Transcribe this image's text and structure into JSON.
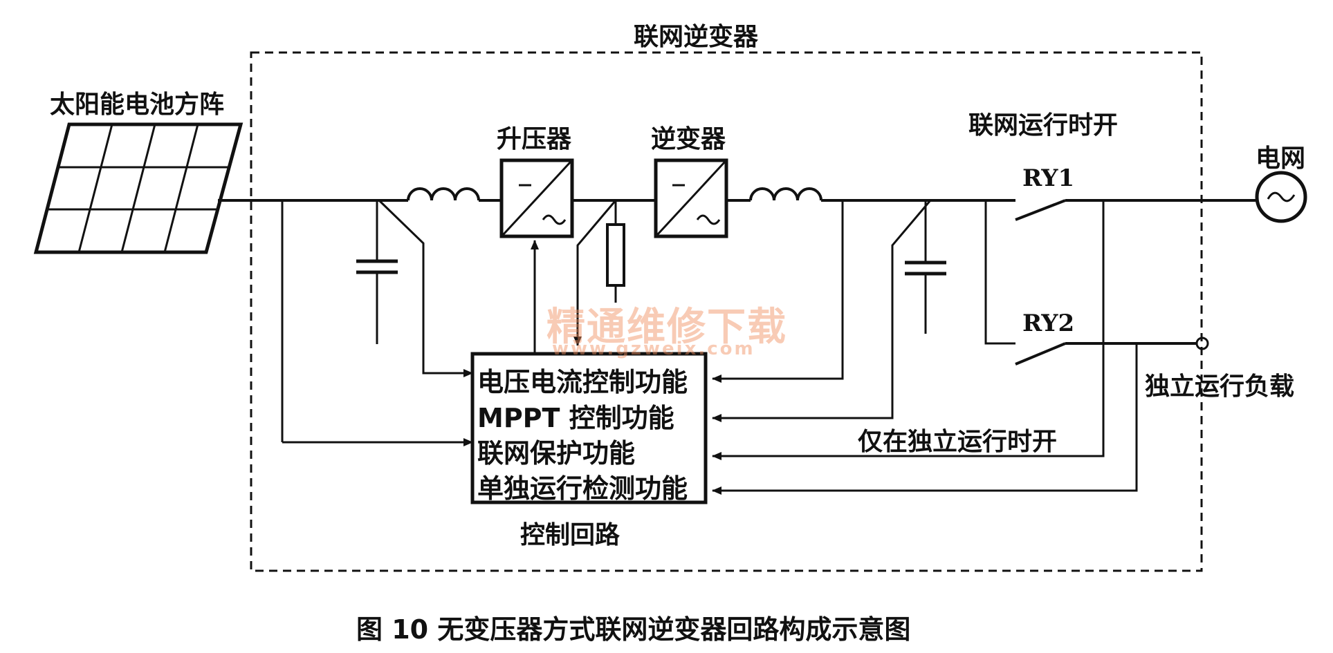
{
  "labels": {
    "inverter_box": "联网逆变器",
    "solar_array": "太阳能电池方阵",
    "booster": "升压器",
    "inverter": "逆变器",
    "grid_run_open": "联网运行时开",
    "ry1": "RY1",
    "ry2": "RY2",
    "grid": "电网",
    "standalone_load": "独立运行负载",
    "standalone_only_open": "仅在独立运行时开",
    "control_circuit": "控制回路",
    "caption": "图 10  无变压器方式联网逆变器回路构成示意图"
  },
  "control_functions": [
    "电压电流控制功能",
    "MPPT 控制功能",
    "联网保护功能",
    "单独运行检测功能"
  ],
  "watermark": {
    "text_cn": "精通维修下载",
    "url": "www.gzweix.com"
  },
  "colors": {
    "line": "#111111",
    "watermark": "#f08c5a"
  }
}
